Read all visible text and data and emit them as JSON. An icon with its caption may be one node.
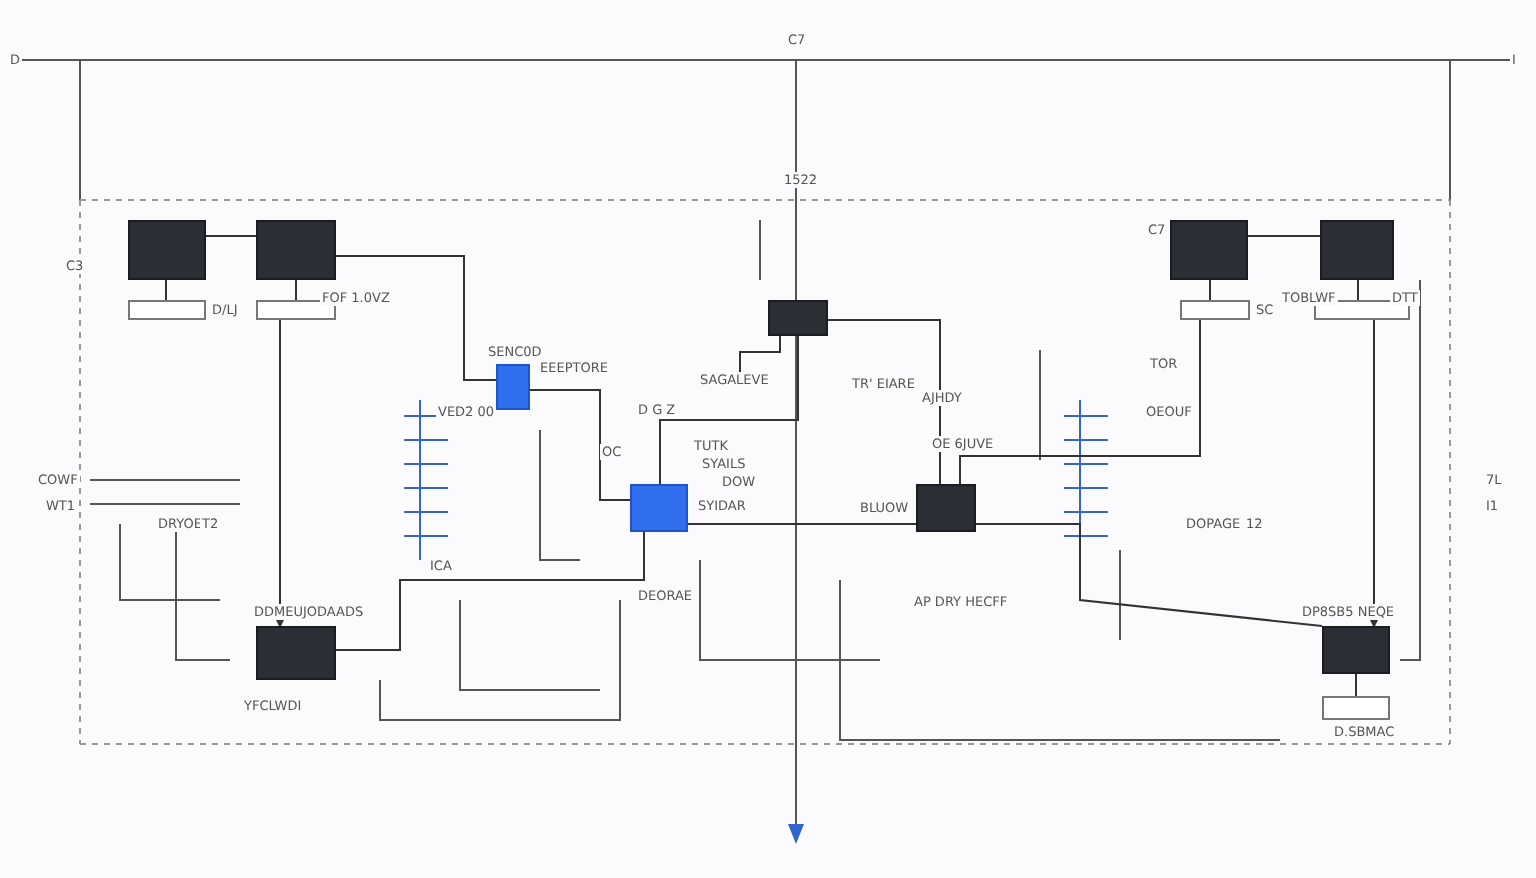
{
  "diagram": {
    "nodes": [
      {
        "text": [],
        "shape": "box"
      },
      {
        "text": [],
        "shape": "box"
      },
      {
        "text": [
          "SENC0D"
        ],
        "beside": [
          "EEEPTORE"
        ]
      },
      {
        "text": [],
        "shape": "box"
      },
      {
        "text": [
          "SYIDAR"
        ]
      },
      {
        "text": [
          "BLUOW"
        ]
      },
      {
        "text": [],
        "shape": "box",
        "beside": [
          "C7"
        ]
      },
      {
        "text": [],
        "shape": "box"
      },
      {
        "text": [
          "YFCLWDI"
        ]
      },
      {
        "text": [],
        "shape": "box"
      },
      {
        "text": [
          "D.SBMAC"
        ]
      },
      {
        "text": [
          "D/LJ"
        ]
      },
      {
        "text": [],
        "shape": "box"
      },
      {
        "text": [
          "SC"
        ]
      },
      {
        "text": [],
        "shape": "box"
      },
      {
        "text": [
          "SAGALEVE"
        ]
      }
    ],
    "edges": [
      {
        "from": 0,
        "to": 11,
        "arrow": "none"
      },
      {
        "from": 1,
        "to": 12,
        "arrow": "none"
      },
      {
        "from": 6,
        "to": 13,
        "arrow": "none"
      },
      {
        "from": 7,
        "to": 14,
        "arrow": "none"
      },
      {
        "from": 9,
        "to": 10,
        "arrow": "none"
      },
      {
        "from": 1,
        "to": 2,
        "arrow": "none"
      },
      {
        "from": 2,
        "to": 4,
        "arrow": "none"
      },
      {
        "from": 3,
        "to": 4,
        "arrow": "none"
      },
      {
        "from": 4,
        "to": 5,
        "arrow": "none"
      },
      {
        "from": 3,
        "to": 5,
        "arrow": "none"
      },
      {
        "from": 12,
        "to": 8,
        "arrow": "to"
      },
      {
        "from": 14,
        "to": 9,
        "arrow": "to"
      },
      {
        "from": 13,
        "to": 5,
        "arrow": "none"
      },
      {
        "from": 5,
        "to": 9,
        "arrow": "none"
      },
      {
        "from": 4,
        "to": 8,
        "arrow": "none"
      },
      {
        "from": 3,
        "to": 15,
        "arrow": "none"
      },
      {
        "from": 0,
        "to": 1,
        "arrow": "none"
      },
      {
        "from": 6,
        "to": 7,
        "arrow": "none"
      }
    ],
    "labels": [
      "D",
      "C7",
      "I",
      "1522",
      "C3",
      "FOF 1.0VZ",
      "TOBLWF",
      "DTT",
      "TR' EIARE",
      "VED2 00",
      "OC",
      "D G Z",
      "AJHDY",
      "TUTK",
      "SYAILS",
      "DOW",
      "OE 6JUVE",
      "COWF",
      "WT1",
      "TOR",
      "OEOUF",
      "ICA",
      "DRYOE",
      "T2",
      "7L",
      "I1",
      "DOPAGE",
      "12",
      "DEORAE",
      "AP DRY HECFF",
      "DDMEUJODAADS",
      "DP8SB5 NEQE"
    ]
  }
}
